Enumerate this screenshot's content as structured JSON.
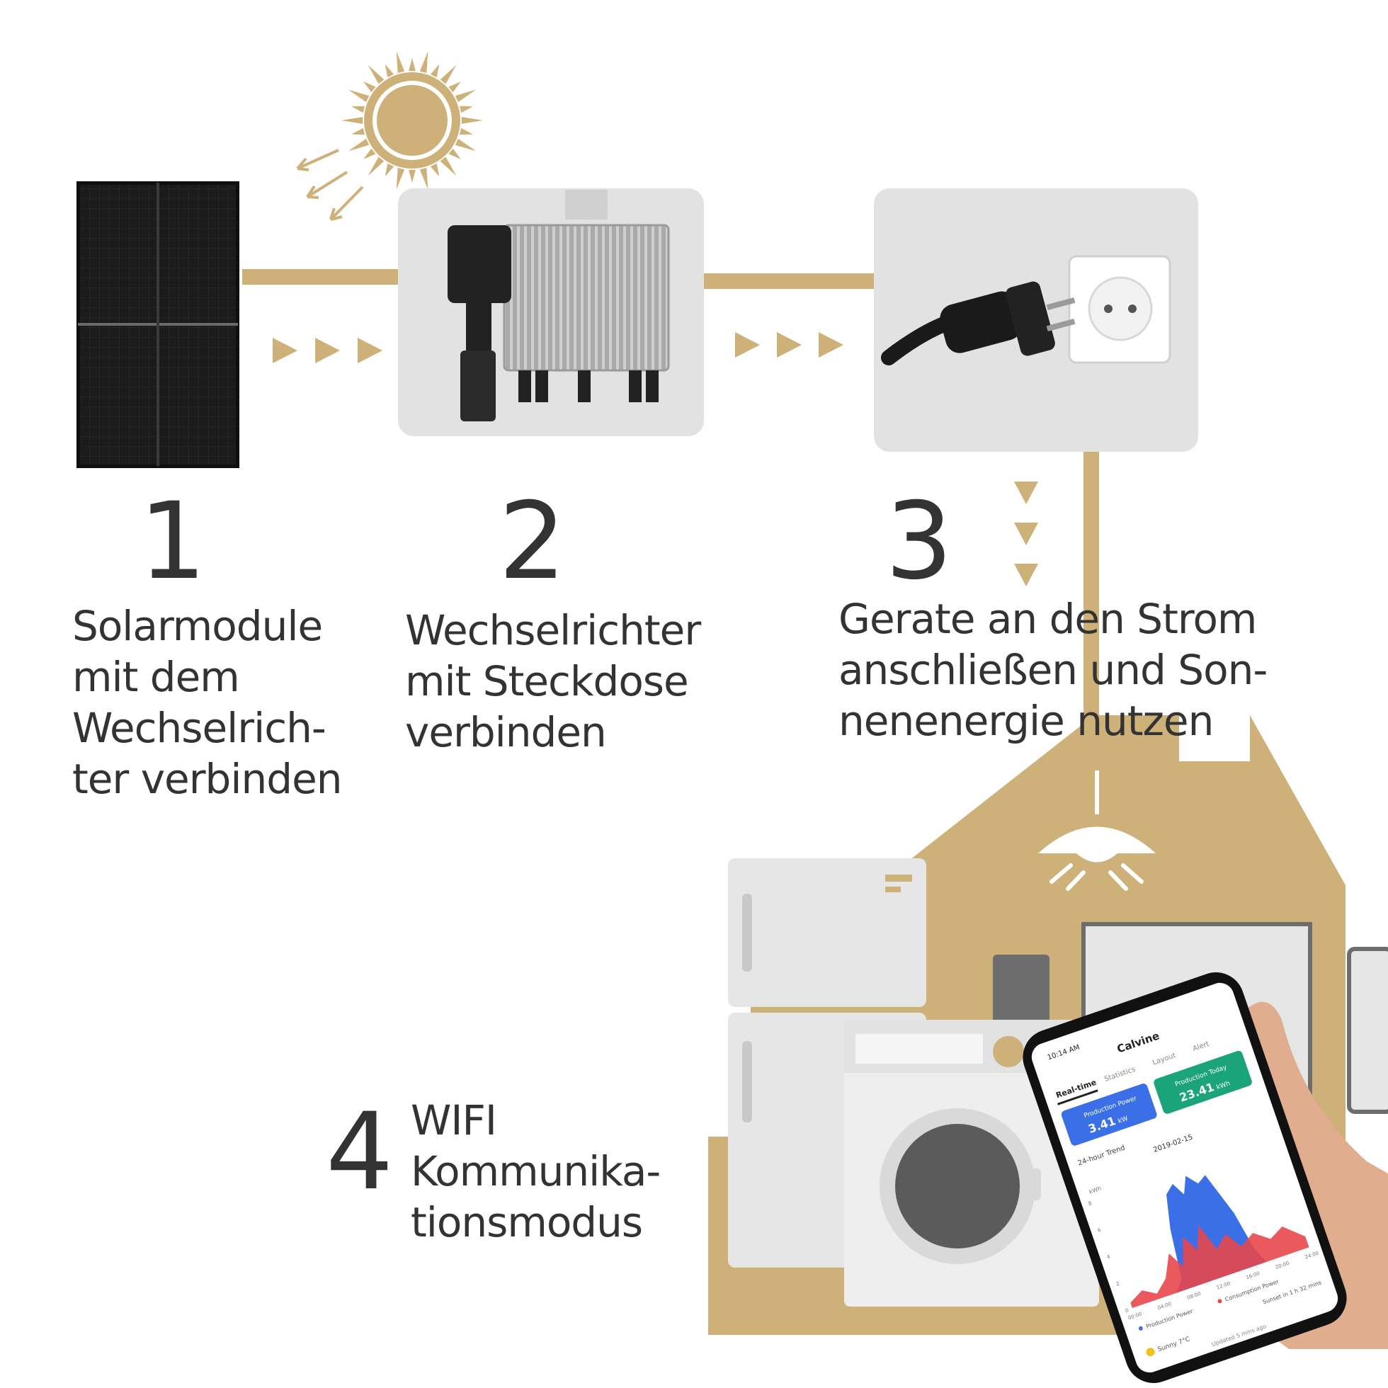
{
  "colors": {
    "gold": "#cdb179",
    "text": "#333333",
    "card": "#e2e2e2",
    "appliance": "#e6e6e6",
    "appliance_dark": "#6d6d6d",
    "chart_blue": "#3a6fe8",
    "chart_red": "#e8474c",
    "panel": "#1b1b1b"
  },
  "steps": [
    {
      "number": "1",
      "lines": [
        "Solarmodule",
        "mit dem",
        "Wechselrich-",
        "ter verbinden"
      ]
    },
    {
      "number": "2",
      "lines": [
        "Wechselrichter",
        "mit Steckdose",
        "verbinden"
      ]
    },
    {
      "number": "3",
      "lines": [
        "Gerate an den Strom",
        "anschließen und Son-",
        "nenenergie nutzen"
      ]
    },
    {
      "number": "4",
      "lines": [
        "WIFI",
        "Kommunika-",
        "tionsmodus"
      ]
    }
  ],
  "phone": {
    "time": "10:14 AM",
    "title": "Calvine",
    "tabs": [
      "Real-time",
      "Statistics",
      "Layout",
      "Alert"
    ],
    "card1": {
      "label": "Production Power",
      "value": "3.41",
      "unit": "kW"
    },
    "card2": {
      "label": "Production Today",
      "value": "23.41",
      "unit": "kWh"
    },
    "trend_label": "24-hour Trend",
    "date": "2019-02-15",
    "y_unit": "kWh",
    "y_ticks": [
      "8",
      "6",
      "4",
      "2",
      "0"
    ],
    "x_ticks": [
      "00:00",
      "04:00",
      "08:00",
      "12:00",
      "16:00",
      "20:00",
      "24:00"
    ],
    "legend": [
      "Production Power",
      "Consumption Power"
    ],
    "weather": "Sunny 7°C",
    "sunset": "Sunset in 1 h 32 mins",
    "updated": "Updated 5 mins ago"
  },
  "icons": [
    "sun-icon",
    "solar-panel-icon",
    "inverter-icon",
    "plug-socket-icon",
    "house-icon",
    "lamp-icon",
    "fridge-icon",
    "washing-machine-icon",
    "smartphone-icon",
    "hand-icon"
  ]
}
